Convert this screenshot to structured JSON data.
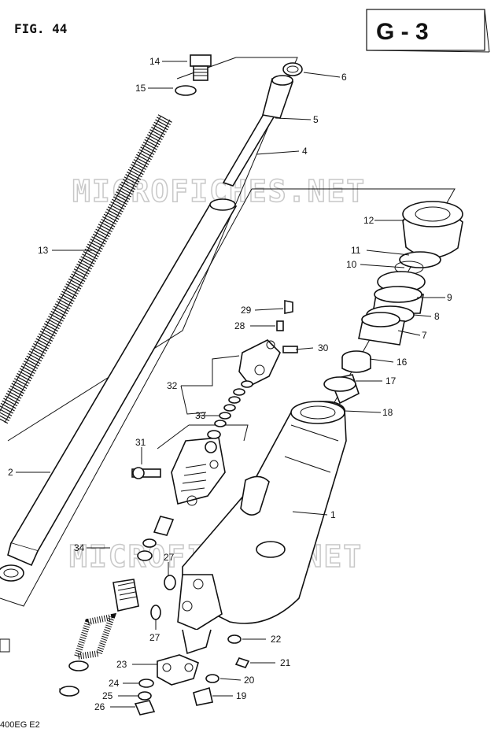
{
  "header": {
    "figure_label": "FIG. 44",
    "section_code": "G - 3"
  },
  "footer": {
    "model_code": "400EG E2"
  },
  "watermark": "MICROFICHES.NET",
  "callouts": {
    "c1": "1",
    "c2": "2",
    "c4": "4",
    "c5": "5",
    "c6": "6",
    "c7": "7",
    "c8": "8",
    "c9": "9",
    "c10": "10",
    "c11": "11",
    "c12": "12",
    "c13": "13",
    "c14": "14",
    "c15": "15",
    "c16": "16",
    "c17": "17",
    "c18": "18",
    "c19": "19",
    "c20": "20",
    "c21": "21",
    "c22": "22",
    "c23": "23",
    "c24": "24",
    "c25": "25",
    "c26": "26",
    "c27a": "27",
    "c27b": "27",
    "c28": "28",
    "c29": "29",
    "c30": "30",
    "c31": "31",
    "c32": "32",
    "c33": "33",
    "c34": "34"
  }
}
